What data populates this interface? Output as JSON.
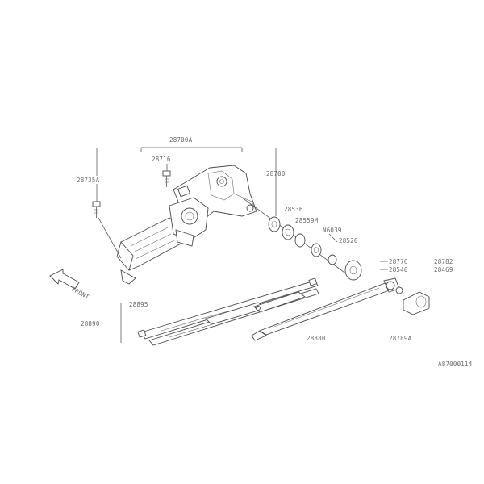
{
  "diagram": {
    "labels": {
      "motor_assy": "28700A",
      "bolt_top": "28716",
      "bracket": "28700",
      "bolt_left": "28735A",
      "seal": "28536",
      "washer": "28559M",
      "nut": "N6039",
      "nut2": "28520",
      "arm_cap_a": "28776",
      "arm_cap_b": "28782",
      "arm_nut": "28540",
      "arm_cap_c": "28469",
      "front_arrow": "FRONT",
      "blade_refill": "28895",
      "blade_assy": "28890",
      "arm": "28880",
      "cap": "28789A",
      "figure_id": "A87000114"
    }
  }
}
